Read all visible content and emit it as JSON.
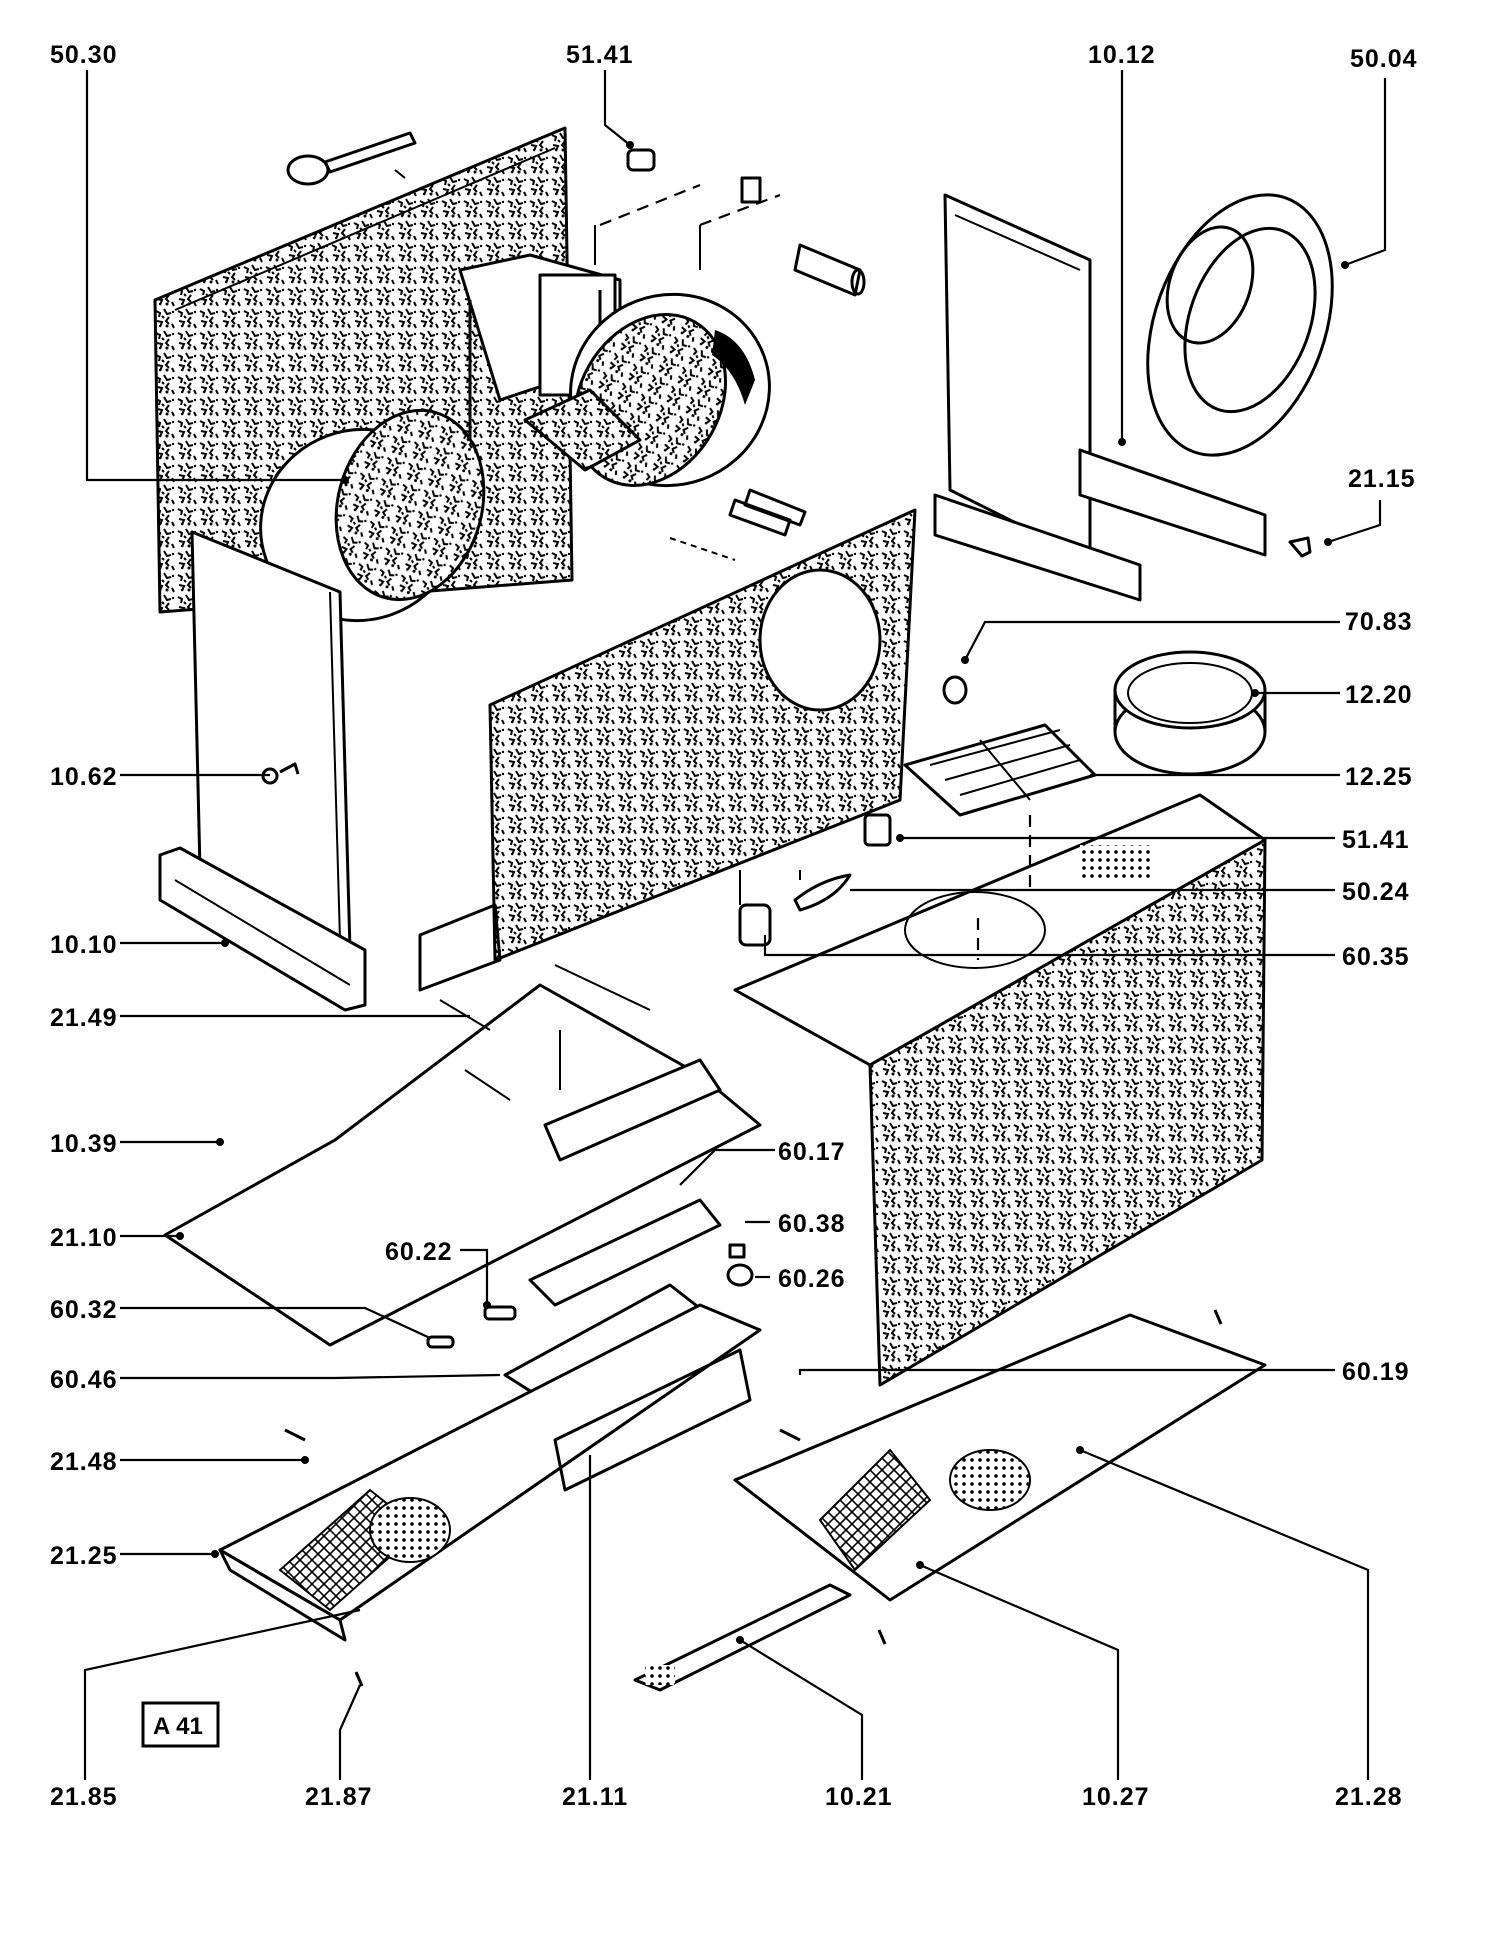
{
  "title": "Exploded parts diagram - range hood assembly",
  "page_code": "A 41",
  "callouts": [
    {
      "id": "50.30",
      "label": "50.30"
    },
    {
      "id": "51.41-top",
      "label": "51.41"
    },
    {
      "id": "10.12",
      "label": "10.12"
    },
    {
      "id": "50.04",
      "label": "50.04"
    },
    {
      "id": "21.15",
      "label": "21.15"
    },
    {
      "id": "70.83",
      "label": "70.83"
    },
    {
      "id": "12.20",
      "label": "12.20"
    },
    {
      "id": "12.25",
      "label": "12.25"
    },
    {
      "id": "51.41-right",
      "label": "51.41"
    },
    {
      "id": "50.24",
      "label": "50.24"
    },
    {
      "id": "60.35",
      "label": "60.35"
    },
    {
      "id": "10.62",
      "label": "10.62"
    },
    {
      "id": "10.10",
      "label": "10.10"
    },
    {
      "id": "21.49",
      "label": "21.49"
    },
    {
      "id": "10.39",
      "label": "10.39"
    },
    {
      "id": "21.10",
      "label": "21.10"
    },
    {
      "id": "60.17",
      "label": "60.17"
    },
    {
      "id": "60.38",
      "label": "60.38"
    },
    {
      "id": "60.22",
      "label": "60.22"
    },
    {
      "id": "60.26",
      "label": "60.26"
    },
    {
      "id": "60.32",
      "label": "60.32"
    },
    {
      "id": "60.46",
      "label": "60.46"
    },
    {
      "id": "60.19",
      "label": "60.19"
    },
    {
      "id": "21.48",
      "label": "21.48"
    },
    {
      "id": "21.25",
      "label": "21.25"
    },
    {
      "id": "21.85",
      "label": "21.85"
    },
    {
      "id": "21.87",
      "label": "21.87"
    },
    {
      "id": "21.11",
      "label": "21.11"
    },
    {
      "id": "10.21",
      "label": "10.21"
    },
    {
      "id": "10.27",
      "label": "10.27"
    },
    {
      "id": "21.28",
      "label": "21.28"
    }
  ]
}
